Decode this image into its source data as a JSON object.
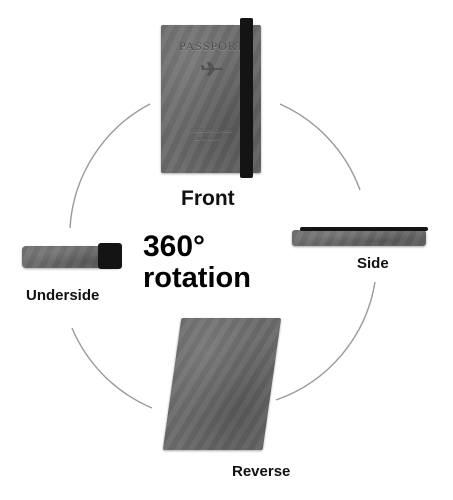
{
  "labels": {
    "front": "Front",
    "side": "Side",
    "underside": "Underside",
    "reverse": "Reverse"
  },
  "headline": {
    "line1": "360°",
    "line2": "rotation"
  },
  "passport_cover": {
    "title": "PASSPORT",
    "subtitle_1": "ENDLESS CHARM",
    "subtitle_2": "travel wallet"
  },
  "colors": {
    "leather": "#6b6b6b",
    "strap": "#141414",
    "arc": "#9a9a9a",
    "text": "#111111"
  },
  "icons": {
    "plane": "airplane-icon"
  }
}
